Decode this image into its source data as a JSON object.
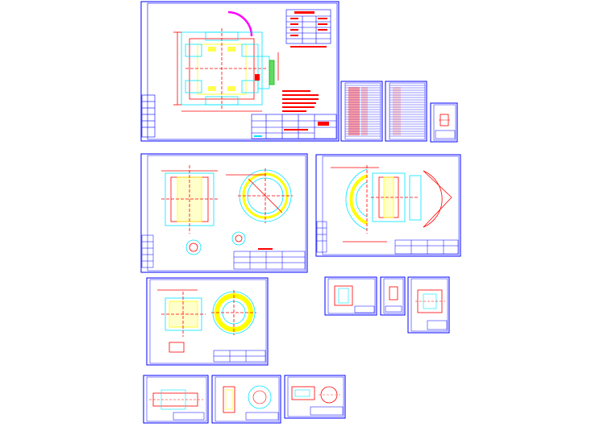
{
  "colors": {
    "background": "#ffffff",
    "frame": "#0000ff",
    "cyan": "#00e5ff",
    "red": "#ff0000",
    "yellow": "#ffff00",
    "green": "#00c000",
    "magenta": "#ff00ff"
  },
  "drawing_sheets": [
    {
      "id": "assembly-main"
    },
    {
      "id": "parts-list-1"
    },
    {
      "id": "parts-list-2"
    },
    {
      "id": "small-part-1"
    },
    {
      "id": "flange-part"
    },
    {
      "id": "ring-gear-part"
    },
    {
      "id": "disc-part"
    },
    {
      "id": "small-part-2"
    },
    {
      "id": "small-part-3"
    },
    {
      "id": "small-part-4"
    },
    {
      "id": "shaft-part-1"
    },
    {
      "id": "shaft-part-2"
    },
    {
      "id": "housing-part"
    }
  ]
}
